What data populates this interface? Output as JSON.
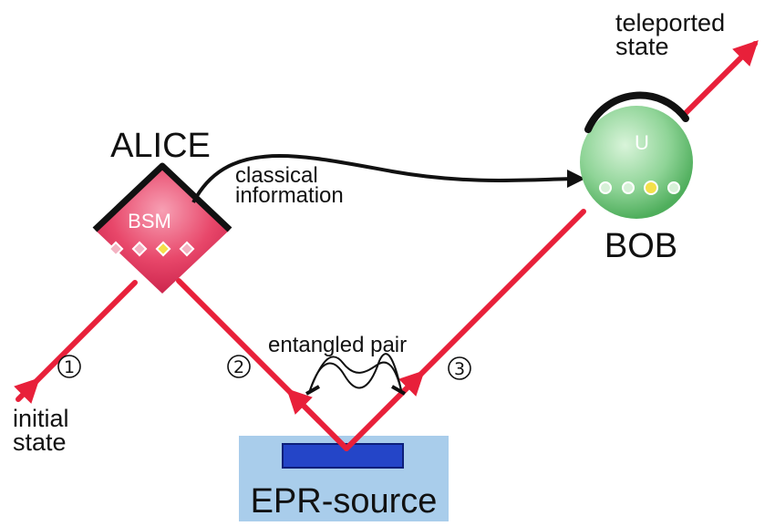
{
  "labels": {
    "alice": "ALICE",
    "bob": "BOB",
    "bsm": "BSM",
    "unitary": "U",
    "classical_line1": "classical",
    "classical_line2": "information",
    "entangled": "entangled pair",
    "initial_line1": "initial",
    "initial_line2": "state",
    "teleported_line1": "teleported",
    "teleported_line2": "state",
    "source": "EPR-source",
    "step1": "1",
    "step2": "2",
    "step3": "3"
  },
  "colors": {
    "beam": "#e8203a",
    "alice_box": "#e8476a",
    "bob_sphere": "#7fcf8a",
    "source_bg": "#a9cdeb",
    "source_crystal": "#2445c8",
    "indicator_active": "#f4e04a"
  }
}
